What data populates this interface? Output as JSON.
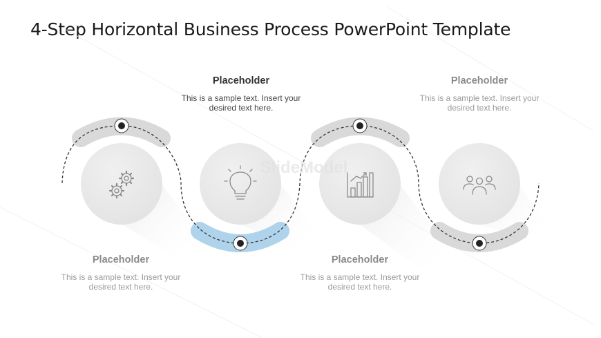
{
  "title": "4-Step Horizontal Business Process PowerPoint Template",
  "watermark": "SlideModel",
  "colors": {
    "accent": "#aed3ea",
    "arc_gray": "#d8d8d8",
    "circle": "#e9e9e9",
    "icon": "#8a8a8a"
  },
  "steps": [
    {
      "icon": "gears-icon",
      "heading": "Placeholder",
      "text": "This is a sample text. Insert your desired text here.",
      "highlighted": false
    },
    {
      "icon": "lightbulb-icon",
      "heading": "Placeholder",
      "text": "This is a sample text. Insert your desired text here.",
      "highlighted": true
    },
    {
      "icon": "bar-chart-icon",
      "heading": "Placeholder",
      "text": "This is a sample text. Insert your desired text here.",
      "highlighted": false
    },
    {
      "icon": "team-icon",
      "heading": "Placeholder",
      "text": "This is a sample text. Insert your desired text here.",
      "highlighted": false
    }
  ]
}
